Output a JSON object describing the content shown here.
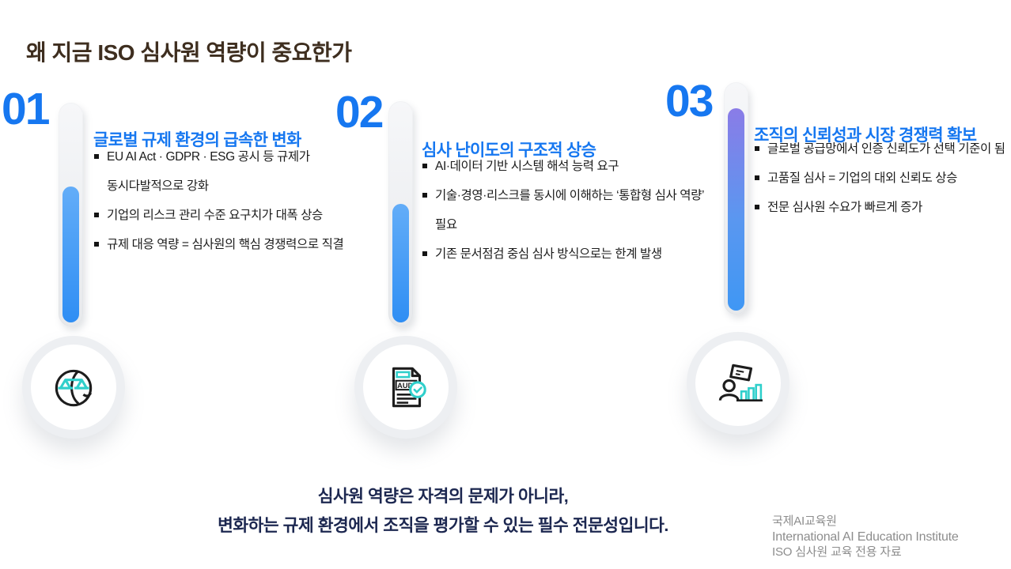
{
  "slide": {
    "title": "왜 지금 ISO 심사원 역량이 중요한가",
    "columns": [
      {
        "number": "01",
        "heading": "글로벌 규제 환경의 급속한 변화",
        "bullets": [
          "EU AI Act · GDPR · ESG 공시 등 규제가 동시다발적으로 강화",
          "기업의 리스크 관리 수준 요구치가 대폭 상승",
          "규제 대응 역량 = 심사원의 핵심 경쟁력으로 직결"
        ],
        "icon": "globe-scales-icon"
      },
      {
        "number": "02",
        "heading": "심사 난이도의 구조적 상승",
        "bullets": [
          "AI·데이터 기반 시스템 해석 능력 요구",
          "기술·경영·리스크를 동시에 이해하는 ‘통합형 심사 역량’ 필요",
          "기존 문서점검 중심 심사 방식으로는 한계 발생"
        ],
        "icon": "audit-document-icon"
      },
      {
        "number": "03",
        "heading": "조직의 신뢰성과 시장 경쟁력 확보",
        "bullets": [
          "글로벌 공급망에서 인증 신뢰도가 선택 기준이 됨",
          "고품질 심사 = 기업의 대외 신뢰도 상승",
          "전문 심사원 수요가 빠르게 증가"
        ],
        "icon": "presenter-chart-icon"
      }
    ],
    "footer": {
      "message_line1": "심사원 역량은 자격의 문제가 아니라,",
      "message_line2": "변화하는 규제 환경에서 조직을 평가할 수 있는 필수 전문성입니다.",
      "attribution_line1": "국제AI교육원",
      "attribution_line2": "International AI Education Institute",
      "attribution_line3": "ISO 심사원 교육 전용 자료"
    },
    "icon_text": {
      "audit_label": "AUDIT"
    },
    "colors": {
      "title_brown": "#3e2e1f",
      "accent_blue": "#1677f0",
      "bar_blue": "#3f97f4",
      "bar_purple": "#8a7ce7",
      "bar_track": "#e9ebee",
      "footer_navy": "#1c2750",
      "attribution_gray": "#8d8d8d",
      "icon_teal": "#2fcfcb",
      "icon_black": "#1d1d1d",
      "bullet_black": "#1b1b1b"
    }
  }
}
